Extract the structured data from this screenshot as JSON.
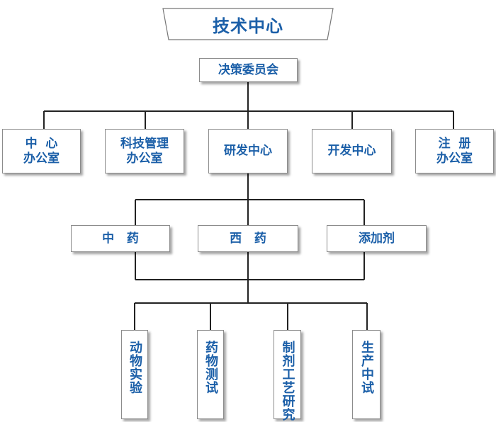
{
  "org": {
    "title": "技术中心",
    "committee": "决策委员会",
    "departments": [
      {
        "label": "中  心\n办公室"
      },
      {
        "label": "科技管理\n办公室"
      },
      {
        "label": "研发中心"
      },
      {
        "label": "开发中心"
      },
      {
        "label": "注  册\n办公室"
      }
    ],
    "divisions": [
      {
        "label": "中   药"
      },
      {
        "label": "西   药"
      },
      {
        "label": "添加剂"
      }
    ],
    "functions": [
      {
        "label": "动物实验"
      },
      {
        "label": "药物测试"
      },
      {
        "label": "制剂工艺研究"
      },
      {
        "label": "生产中试"
      }
    ]
  },
  "colors": {
    "text": "#1b5fa8",
    "border": "#8c8c8c",
    "connector": "#222222"
  }
}
